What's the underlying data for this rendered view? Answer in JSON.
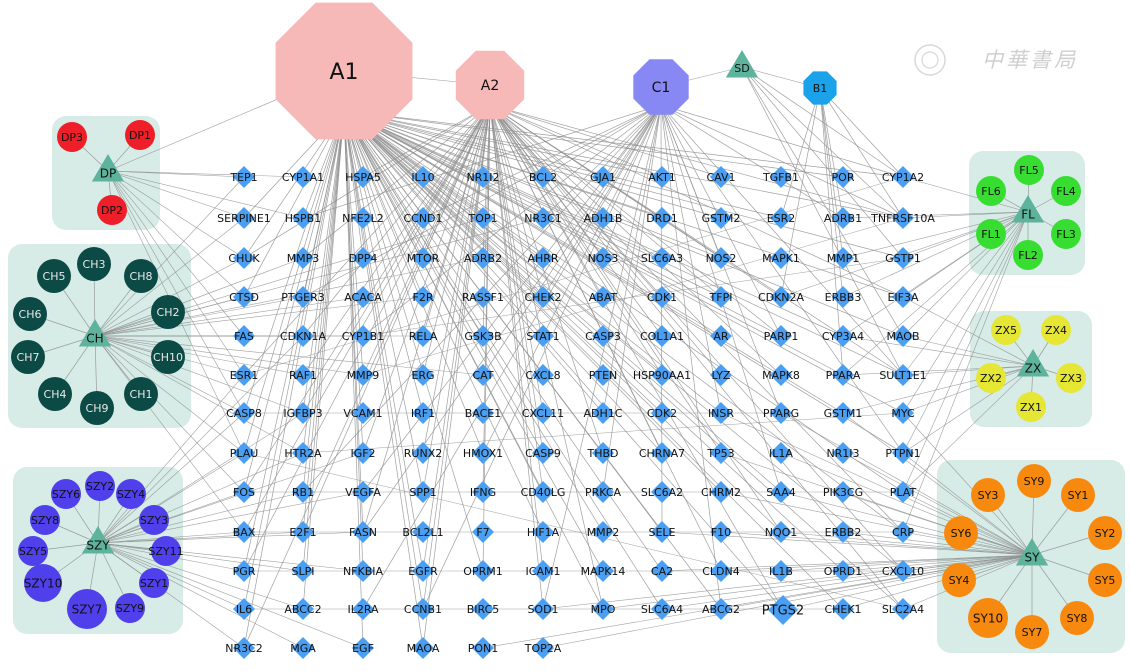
{
  "watermark": "中華書局",
  "colors": {
    "edge": "#8f8f8f",
    "cluster_bg": "#d7ebe7",
    "diamond": "#4a9ff2",
    "A": "#f7b8b8",
    "C": "#8888f4",
    "B": "#1aa3ea",
    "triangle": "#5db39c",
    "DP": "#ee1f28",
    "CH": "#0c4a46",
    "FL": "#37dd31",
    "ZX": "#e6e635",
    "SZY": "#5040ec",
    "SY": "#f7890f"
  },
  "hubs": [
    {
      "id": "A1",
      "shape": "octagon",
      "color": "A",
      "size": "xl"
    },
    {
      "id": "A2",
      "shape": "octagon",
      "color": "A",
      "size": "md"
    },
    {
      "id": "C1",
      "shape": "octagon",
      "color": "C",
      "size": "md"
    },
    {
      "id": "B1",
      "shape": "octagon",
      "color": "B",
      "size": "sm"
    },
    {
      "id": "SD",
      "shape": "triangle",
      "color": "triangle",
      "size": "sm"
    }
  ],
  "clusters": [
    {
      "id": "DP",
      "color": "DP",
      "members": [
        "DP3",
        "DP1",
        "DP2"
      ]
    },
    {
      "id": "CH",
      "color": "CH",
      "members": [
        "CH3",
        "CH5",
        "CH8",
        "CH6",
        "CH2",
        "CH7",
        "CH10",
        "CH4",
        "CH1",
        "CH9"
      ]
    },
    {
      "id": "SZY",
      "color": "SZY",
      "members": [
        "SZY2",
        "SZY6",
        "SZY4",
        "SZY8",
        "SZY3",
        "SZY5",
        "SZY11",
        "SZY10",
        "SZY1",
        "SZY7",
        "SZY9"
      ]
    },
    {
      "id": "FL",
      "color": "FL",
      "members": [
        "FL5",
        "FL6",
        "FL4",
        "FL1",
        "FL3",
        "FL2"
      ]
    },
    {
      "id": "ZX",
      "color": "ZX",
      "members": [
        "ZX5",
        "ZX4",
        "ZX2",
        "ZX3",
        "ZX1"
      ]
    },
    {
      "id": "SY",
      "color": "SY",
      "members": [
        "SY9",
        "SY3",
        "SY1",
        "SY6",
        "SY2",
        "SY4",
        "SY5",
        "SY10",
        "SY8",
        "SY7"
      ]
    }
  ],
  "gene_rows": [
    [
      "TEP1",
      "CYP1A1",
      "HSPA5",
      "IL10",
      "NR1I2",
      "BCL2",
      "GJA1",
      "AKT1",
      "CAV1",
      "TGFB1",
      "POR",
      "CYP1A2"
    ],
    [
      "SERPINE1",
      "HSPB1",
      "NFE2L2",
      "CCND1",
      "TOP1",
      "NR3C1",
      "ADH1B",
      "DRD1",
      "GSTM2",
      "ESR2",
      "ADRB1",
      "TNFRSF10A"
    ],
    [
      "CHUK",
      "MMP3",
      "DPP4",
      "MTOR",
      "ADRB2",
      "AHRR",
      "NOS3",
      "SLC6A3",
      "NOS2",
      "MAPK1",
      "MMP1",
      "GSTP1"
    ],
    [
      "CTSD",
      "PTGER3",
      "ACACA",
      "F2R",
      "RASSF1",
      "CHEK2",
      "ABAT",
      "CDK1",
      "TFPI",
      "CDKN2A",
      "ERBB3",
      "EIF3A"
    ],
    [
      "FAS",
      "CDKN1A",
      "CYP1B1",
      "RELA",
      "GSK3B",
      "STAT1",
      "CASP3",
      "COL1A1",
      "AR",
      "PARP1",
      "CYP3A4",
      "MAOB"
    ],
    [
      "ESR1",
      "RAF1",
      "MMP9",
      "ERG",
      "CAT",
      "CXCL8",
      "PTEN",
      "HSP90AA1",
      "LYZ",
      "MAPK8",
      "PPARA",
      "SULT1E1"
    ],
    [
      "CASP8",
      "IGFBP3",
      "VCAM1",
      "IRF1",
      "BACE1",
      "CXCL11",
      "ADH1C",
      "CDK2",
      "INSR",
      "PPARG",
      "GSTM1",
      "MYC"
    ],
    [
      "PLAU",
      "HTR2A",
      "IGF2",
      "RUNX2",
      "HMOX1",
      "CASP9",
      "THBD",
      "CHRNA7",
      "TP53",
      "IL1A",
      "NR1I3",
      "PTPN1"
    ],
    [
      "FOS",
      "RB1",
      "VEGFA",
      "SPP1",
      "IFNG",
      "CD40LG",
      "PRKCA",
      "SLC6A2",
      "CHRM2",
      "SAA4",
      "PIK3CG",
      "PLAT"
    ],
    [
      "BAX",
      "E2F1",
      "FASN",
      "BCL2L1",
      "F7",
      "HIF1A",
      "MMP2",
      "SELE",
      "F10",
      "NQO1",
      "ERBB2",
      "CRP"
    ],
    [
      "PGR",
      "SLPI",
      "NFKBIA",
      "EGFR",
      "OPRM1",
      "ICAM1",
      "MAPK14",
      "CA2",
      "CLDN4",
      "IL1B",
      "OPRD1",
      "CXCL10"
    ],
    [
      "IL6",
      "ABCC2",
      "IL2RA",
      "CCNB1",
      "BIRC5",
      "SOD1",
      "MPO",
      "SLC6A4",
      "ABCG2",
      "PTGS2",
      "CHEK1",
      "SLC2A4"
    ],
    [
      "NR3C2",
      "MGA",
      "EGF",
      "MAOA",
      "PON1",
      "TOP2A"
    ]
  ]
}
